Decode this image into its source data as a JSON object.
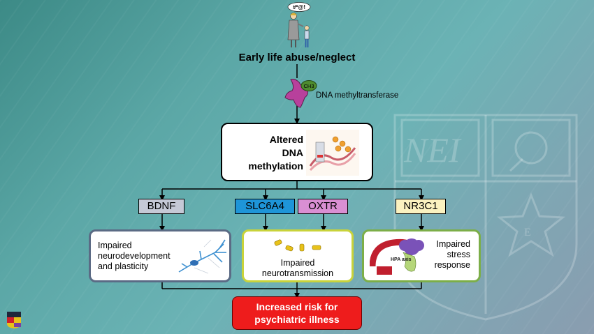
{
  "title": "Early life abuse/neglect",
  "speech": "#*@!",
  "dnmt": {
    "label": "DNA methyltransferase",
    "methyl_group": "CH3"
  },
  "altered": {
    "lines": [
      "Altered",
      "DNA",
      "methylation"
    ]
  },
  "genes": [
    "BDNF",
    "SLC6A4",
    "OXTR",
    "NR3C1"
  ],
  "outcomes": {
    "neuro": [
      "Impaired",
      "neurodevelopment",
      "and plasticity"
    ],
    "trans": [
      "Impaired",
      "neurotransmission"
    ],
    "stress": [
      "Impaired",
      "stress",
      "response"
    ],
    "hpa_label": "HPA axis"
  },
  "result": [
    "Increased risk for",
    "psychiatric illness"
  ],
  "watermark": "NEI",
  "colors": {
    "bdnf": "#c5c9d6",
    "slc6a4": "#1e95d8",
    "oxtr": "#d98fd3",
    "nr3c1": "#fbf2c0",
    "neuro_border": "#5b6b85",
    "trans_border": "#c9d33a",
    "stress_border": "#7cae48",
    "risk": "#ee1c1c",
    "enzyme": "#b8409c",
    "methyl": "#4e8b2f"
  }
}
